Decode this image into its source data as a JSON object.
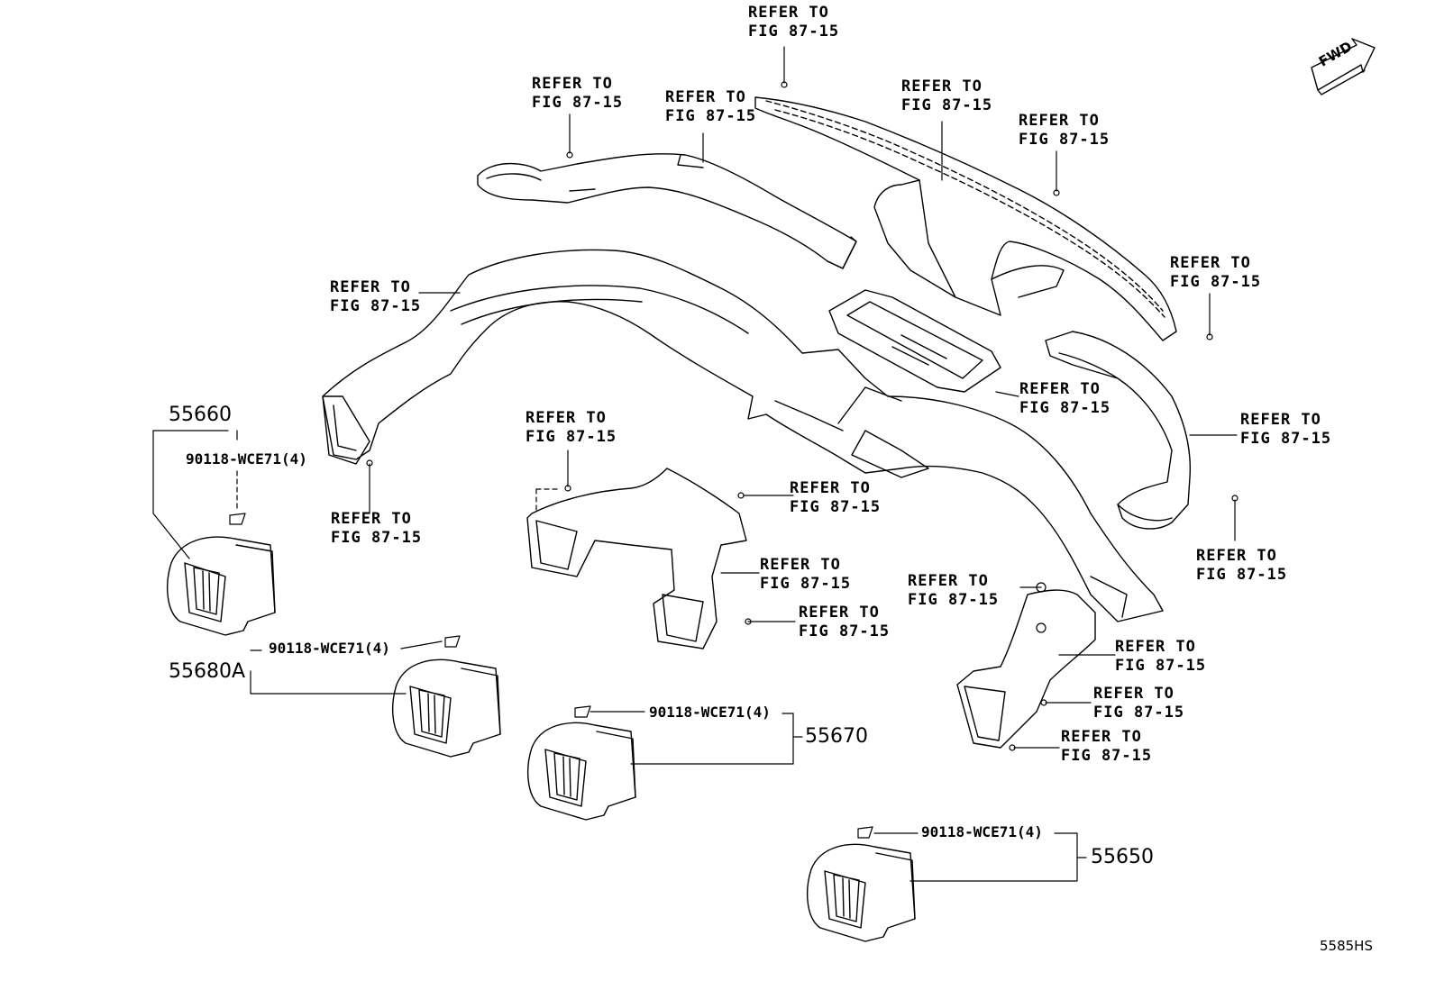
{
  "callouts": {
    "refer_line1": "REFER TO",
    "refer_line2": "FIG 87-15"
  },
  "part_numbers": {
    "p55660": "55660",
    "p55680a": "55680A",
    "p55670": "55670",
    "p55650": "55650"
  },
  "clips": {
    "clip_a": "90118-WCE71(4)",
    "clip_b": "90118-WCE71(4)",
    "clip_c": "90118-WCE71(4)",
    "clip_d": "90118-WCE71(4)"
  },
  "direction_marker": "FWD",
  "diagram_code": "5585HS"
}
